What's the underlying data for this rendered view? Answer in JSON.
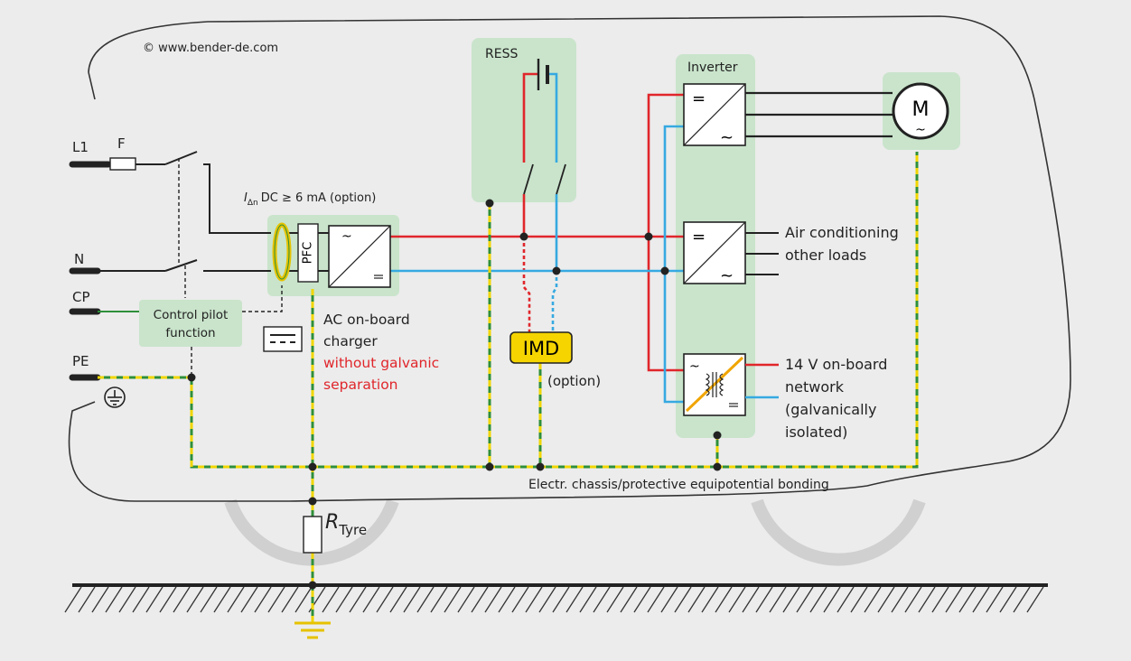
{
  "copyright": "© www.bender-de.com",
  "terminals": {
    "l1": "L1",
    "fuse": "F",
    "n": "N",
    "cp": "CP",
    "pe": "PE"
  },
  "ress_label": "RESS",
  "inverter_label": "Inverter",
  "motor_label": "M",
  "pfc_label": "PFC",
  "residual_current": {
    "prefix": "I",
    "subscript": "Δn",
    "text": "DC ≥ 6 mA (option)"
  },
  "control_pilot": [
    "Control pilot",
    "function"
  ],
  "charger": {
    "lines": [
      "AC on-board",
      "charger"
    ],
    "highlight": [
      "without galvanic",
      "separation"
    ]
  },
  "imd": {
    "label": "IMD",
    "option": "(option)"
  },
  "loads": [
    "Air conditioning",
    "other loads"
  ],
  "network": [
    "14 V on-board",
    "network",
    "(galvanically",
    "isolated)"
  ],
  "bonding_label": "Electr. chassis/protective equipotential bonding",
  "resistor": {
    "symbol": "R",
    "subscript": "Tyre"
  },
  "colors": {
    "dc_plus": "#e0262b",
    "dc_minus": "#36a9e1",
    "pe_green": "#2f8f3a",
    "pe_yellow": "#f1d600",
    "box_green": "#c9e4cb",
    "imd_yellow": "#f5d400",
    "highlight_text": "#e0262b"
  },
  "icons": [
    "earth-ground-icon",
    "dc-symbol-icon",
    "transformer-icon"
  ]
}
